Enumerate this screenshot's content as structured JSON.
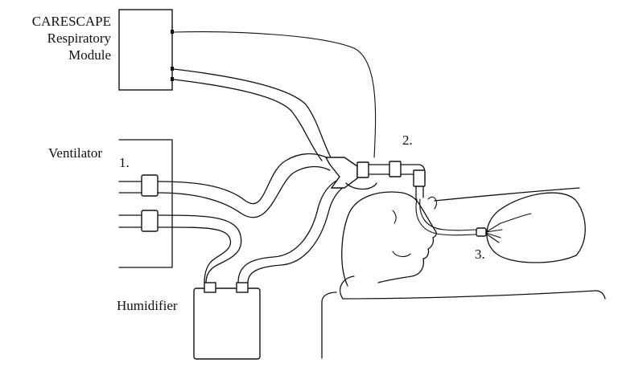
{
  "labels": {
    "module_line1": "CARESCAPE",
    "module_line2": "Respiratory",
    "module_line3": "Module",
    "ventilator": "Ventilator",
    "num1": "1.",
    "num2": "2.",
    "num3": "3.",
    "humidifier": "Humidifier"
  }
}
